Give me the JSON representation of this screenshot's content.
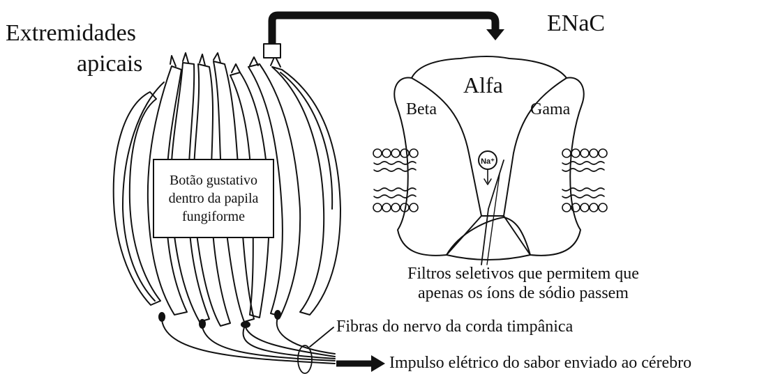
{
  "title_left_line1": "Extremidades",
  "title_left_line2": "apicais",
  "enac_label": "ENaC",
  "subunits": {
    "alpha": "Alfa",
    "beta": "Beta",
    "gamma": "Gama"
  },
  "ion": "Na⁺",
  "bud_box": {
    "line1": "Botão gustativo",
    "line2": "dentro da papila",
    "line3": "fungiforme"
  },
  "filter_caption": {
    "line1": "Filtros seletivos que permitem que",
    "line2": "apenas os íons de sódio passem"
  },
  "nerve_label": "Fibras do nervo da corda timpânica",
  "impulse_label": "Impulso elétrico do sabor enviado ao cérebro"
}
